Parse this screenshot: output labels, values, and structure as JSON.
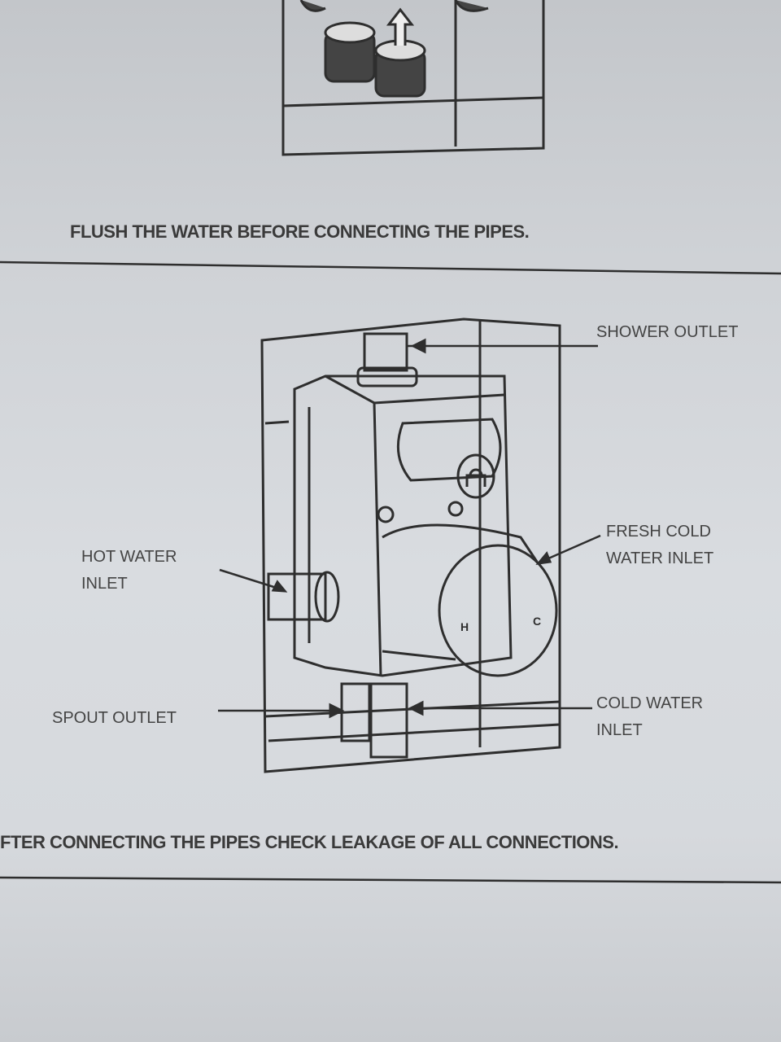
{
  "instructions": {
    "step_flush": "FLUSH THE WATER BEFORE CONNECTING THE PIPES.",
    "step_check": "FTER CONNECTING THE PIPES CHECK LEAKAGE OF ALL CONNECTIONS."
  },
  "diagram": {
    "labels": {
      "shower_outlet": "SHOWER OUTLET",
      "fresh_cold_line1": "FRESH COLD",
      "fresh_cold_line2": "WATER INLET",
      "hot_water_line1": "HOT WATER",
      "hot_water_line2": "INLET",
      "spout_outlet": "SPOUT OUTLET",
      "cold_water_line1": "COLD WATER",
      "cold_water_line2": "INLET"
    },
    "knob_marks": {
      "hot": "H",
      "cold": "C"
    }
  },
  "colors": {
    "ink": "#3a3a3a",
    "paper": "#d6d9dd"
  }
}
